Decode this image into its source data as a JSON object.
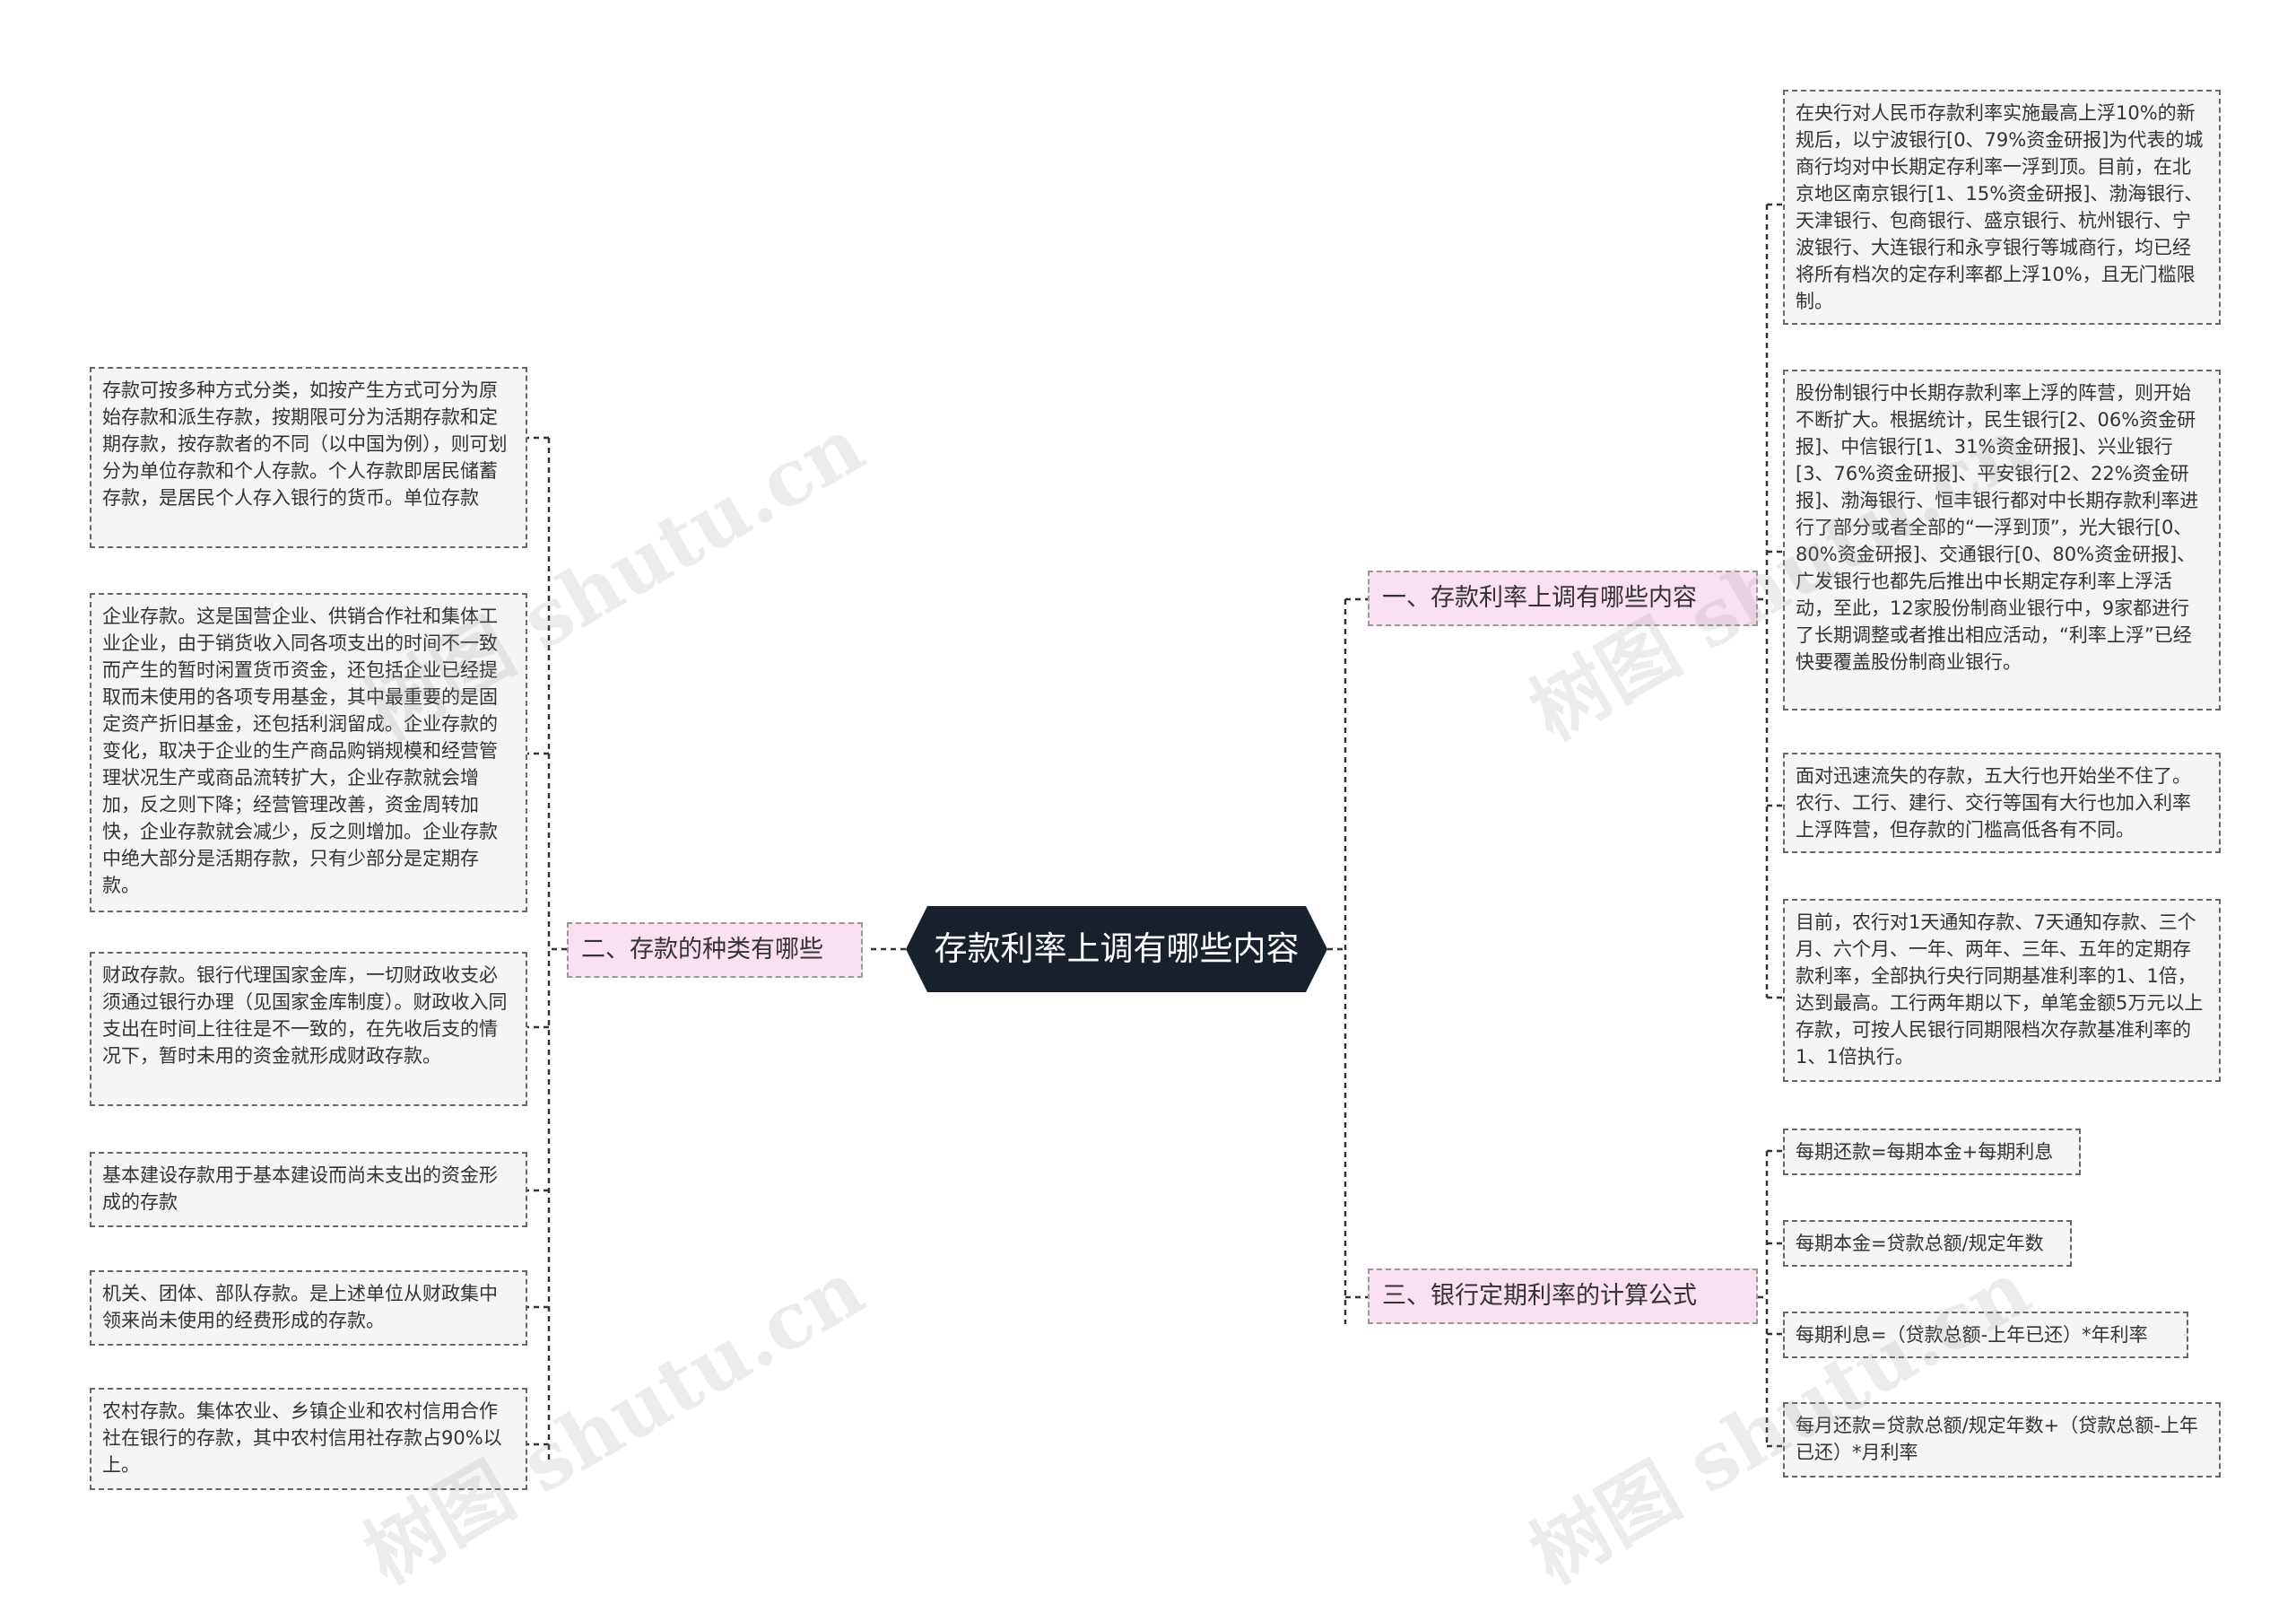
{
  "root": {
    "title": "存款利率上调有哪些内容"
  },
  "left_branch": {
    "title": "二、存款的种类有哪些",
    "items": [
      "存款可按多种方式分类，如按产生方式可分为原始存款和派生存款，按期限可分为活期存款和定期存款，按存款者的不同（以中国为例），则可划分为单位存款和个人存款。个人存款即居民储蓄存款，是居民个人存入银行的货币。单位存款",
      "企业存款。这是国营企业、供销合作社和集体工业企业，由于销货收入同各项支出的时间不一致而产生的暂时闲置货币资金，还包括企业已经提取而未使用的各项专用基金，其中最重要的是固定资产折旧基金，还包括利润留成。企业存款的变化，取决于企业的生产商品购销规模和经营管理状况生产或商品流转扩大，企业存款就会增加，反之则下降；经营管理改善，资金周转加快，企业存款就会减少，反之则增加。企业存款中绝大部分是活期存款，只有少部分是定期存款。",
      "财政存款。银行代理国家金库，一切财政收支必须通过银行办理（见国家金库制度）。财政收入同支出在时间上往往是不一致的，在先收后支的情况下，暂时未用的资金就形成财政存款。",
      "基本建设存款用于基本建设而尚未支出的资金形成的存款",
      "机关、团体、部队存款。是上述单位从财政集中领来尚未使用的经费形成的存款。",
      "农村存款。集体农业、乡镇企业和农村信用合作社在银行的存款，其中农村信用社存款占90%以上。"
    ]
  },
  "right_branch_1": {
    "title": "一、存款利率上调有哪些内容",
    "items": [
      "在央行对人民币存款利率实施最高上浮10%的新规后，以宁波银行[0、79%资金研报]为代表的城商行均对中长期定存利率一浮到顶。目前，在北京地区南京银行[1、15%资金研报]、渤海银行、天津银行、包商银行、盛京银行、杭州银行、宁波银行、大连银行和永亨银行等城商行，均已经将所有档次的定存利率都上浮10%，且无门槛限制。",
      "股份制银行中长期存款利率上浮的阵营，则开始不断扩大。根据统计，民生银行[2、06%资金研报]、中信银行[1、31%资金研报]、兴业银行[3、76%资金研报]、平安银行[2、22%资金研报]、渤海银行、恒丰银行都对中长期存款利率进行了部分或者全部的“一浮到顶”，光大银行[0、80%资金研报]、交通银行[0、80%资金研报]、广发银行也都先后推出中长期定存利率上浮活动，至此，12家股份制商业银行中，9家都进行了长期调整或者推出相应活动，“利率上浮”已经快要覆盖股份制商业银行。",
      "面对迅速流失的存款，五大行也开始坐不住了。农行、工行、建行、交行等国有大行也加入利率上浮阵营，但存款的门槛高低各有不同。",
      "目前，农行对1天通知存款、7天通知存款、三个月、六个月、一年、两年、三年、五年的定期存款利率，全部执行央行同期基准利率的1、1倍，达到最高。工行两年期以下，单笔金额5万元以上存款，可按人民银行同期限档次存款基准利率的1、1倍执行。"
    ]
  },
  "right_branch_3": {
    "title": "三、银行定期利率的计算公式",
    "items": [
      "每期还款=每期本金+每期利息",
      "每期本金=贷款总额/规定年数",
      "每期利息=（贷款总额-上年已还）*年利率",
      "每月还款=贷款总额/规定年数+（贷款总额-上年已还）*月利率"
    ]
  },
  "watermark": {
    "text": "树图 shutu.cn"
  },
  "colors": {
    "root_bg": "#17202b",
    "branch_bg": "#fbe0f2",
    "leaf_bg": "#f5f5f5",
    "connector": "#333333"
  }
}
